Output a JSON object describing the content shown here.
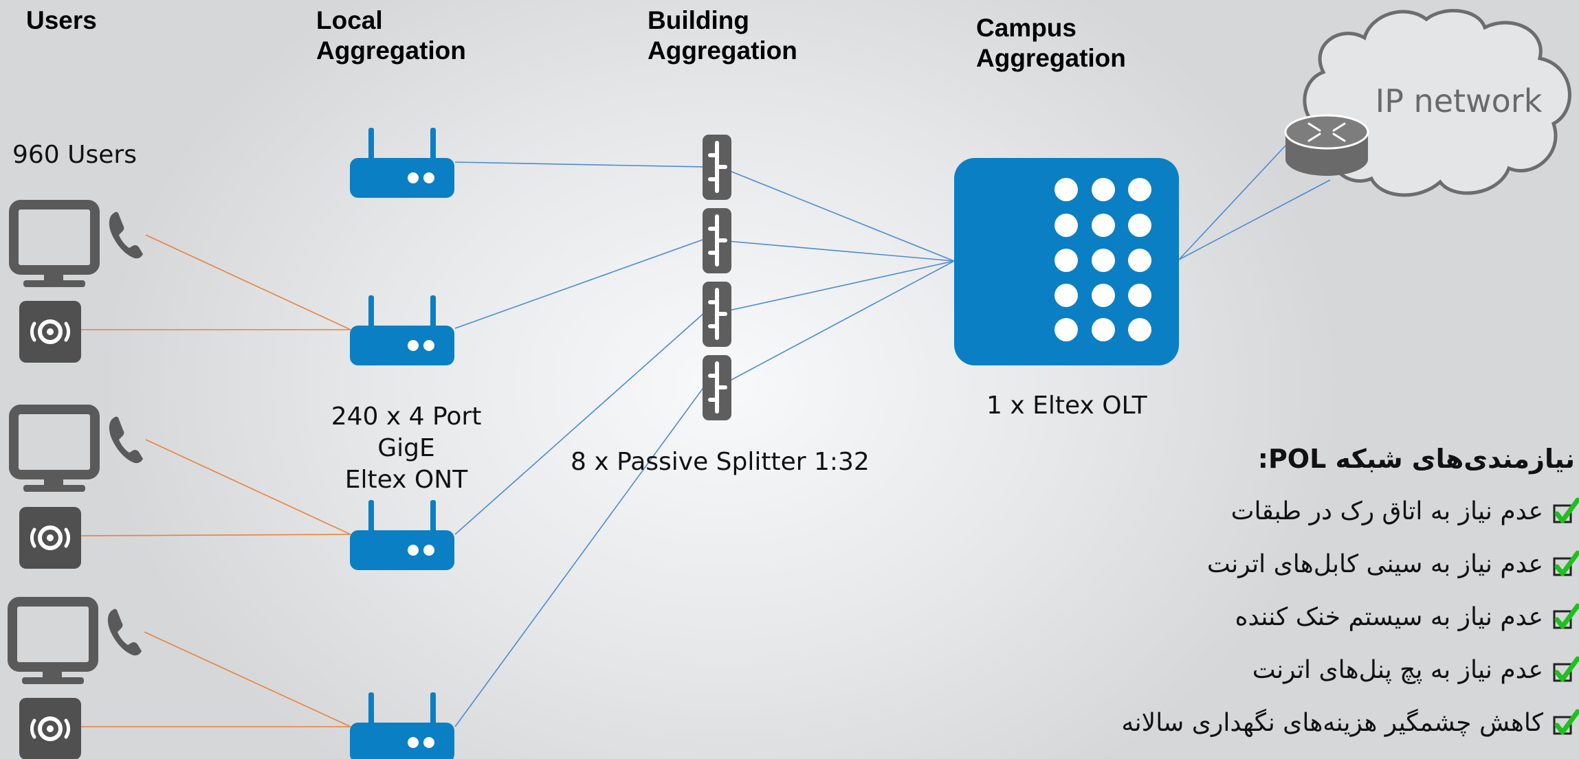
{
  "headers": {
    "users": "Users",
    "local": [
      "Local",
      "Aggregation"
    ],
    "building": [
      "Building",
      "Aggregation"
    ],
    "campus": [
      "Campus",
      "Aggregation"
    ]
  },
  "labels": {
    "users_count": "960 Users",
    "ont": [
      "240 x 4 Port GigE",
      "Eltex ONT"
    ],
    "splitter": "8 x Passive Splitter 1:32",
    "olt": "1 x Eltex OLT",
    "cloud": "IP network"
  },
  "requirements": {
    "title": "نیازمندی‌های شبکه POL:",
    "items": [
      "عدم نیاز به اتاق رک در طبقات",
      "عدم نیاز به سینی کابل‌های اترنت",
      "عدم نیاز به سیستم خنک کننده",
      "عدم نیاز به پچ پنل‌های اترنت",
      "کاهش چشمگیر هزینه‌های نگهداری سالانه"
    ]
  },
  "icons": {
    "user_pc": "monitor-icon",
    "user_phone": "phone-icon",
    "user_ap": "wireless-ap-icon",
    "ont": "ont-router-icon",
    "splitter": "splitter-icon",
    "olt": "olt-icon",
    "router": "router-icon",
    "cloud": "cloud-icon",
    "check": "checkmark-icon"
  },
  "colors": {
    "device_blue": "#0a7fc4",
    "user_gray": "#5a5a5a",
    "fiber_line": "#4a8bd6",
    "copper_line": "#e8823a",
    "check_green": "#1fbf1f"
  }
}
